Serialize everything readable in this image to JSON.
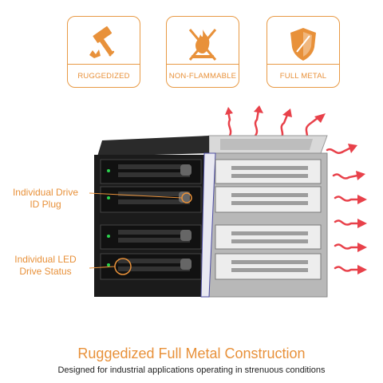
{
  "features": [
    {
      "label": "RUGGEDIZED",
      "icon": "hammer-icon"
    },
    {
      "label": "NON-FLAMMABLE",
      "icon": "no-fire-icon"
    },
    {
      "label": "FULL METAL",
      "icon": "shield-icon"
    }
  ],
  "callouts": {
    "drive_id": {
      "line1": "Individual Drive",
      "line2": "ID Plug"
    },
    "led": {
      "line1": "Individual LED",
      "line2": "Drive Status"
    }
  },
  "heading": "Ruggedized Full Metal Construction",
  "subheading": "Designed for industrial applications operating in strenuous conditions",
  "colors": {
    "accent": "#e8913a",
    "heat": "#e8414a",
    "dark": "#1b1b1b",
    "metal": "#c8c8c8"
  }
}
